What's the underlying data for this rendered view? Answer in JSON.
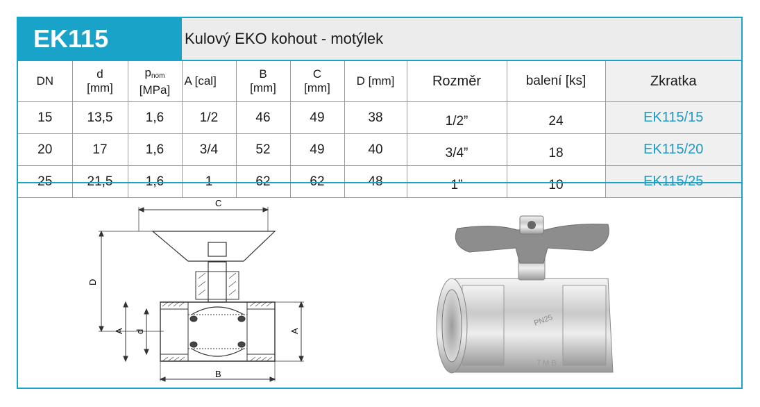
{
  "header": {
    "code": "EK115",
    "title": "Kulový EKO kohout - motýlek"
  },
  "table": {
    "columns": [
      {
        "line1": "DN",
        "line2": ""
      },
      {
        "line1": "d",
        "line2": "[mm]"
      },
      {
        "line1": "p",
        "sub": "nom",
        "line2": "[MPa]"
      },
      {
        "line1": "A [cal]",
        "line2": ""
      },
      {
        "line1": "B",
        "line2": "[mm]"
      },
      {
        "line1": "C",
        "line2": "[mm]"
      },
      {
        "line1": "D [mm]",
        "line2": ""
      },
      {
        "line1": "Rozměr",
        "line2": ""
      },
      {
        "line1": "balení [ks]",
        "line2": ""
      },
      {
        "line1": "Zkratka",
        "line2": ""
      }
    ],
    "rows": [
      [
        "15",
        "13,5",
        "1,6",
        "1/2",
        "46",
        "49",
        "38",
        "1/2”",
        "24",
        "EK115/15"
      ],
      [
        "20",
        "17",
        "1,6",
        "3/4",
        "52",
        "49",
        "40",
        "3/4”",
        "18",
        "EK115/20"
      ],
      [
        "25",
        "21,5",
        "1,6",
        "1",
        "62",
        "62",
        "48",
        "1”",
        "10",
        "EK115/25"
      ]
    ]
  },
  "drawing_labels": {
    "c": "C",
    "d_dim": "D",
    "a_left": "A",
    "d_small": "d",
    "a_right": "A",
    "b": "B"
  },
  "colors": {
    "accent": "#1aa3c8",
    "code_text": "#1a9bc5",
    "header_bg": "#ececec",
    "handle": "#8d8d8d"
  }
}
